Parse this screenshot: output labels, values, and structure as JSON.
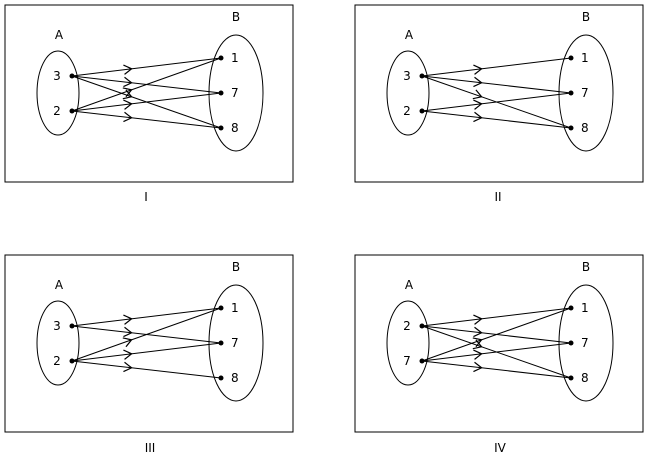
{
  "diagrams": [
    {
      "caption": "I",
      "set_a_label": "A",
      "set_b_label": "B",
      "a_elements": [
        "3",
        "2"
      ],
      "b_elements": [
        "1",
        "7",
        "8"
      ],
      "mappings": [
        [
          "3",
          "1"
        ],
        [
          "3",
          "7"
        ],
        [
          "3",
          "8"
        ],
        [
          "2",
          "1"
        ],
        [
          "2",
          "7"
        ],
        [
          "2",
          "8"
        ]
      ]
    },
    {
      "caption": "II",
      "set_a_label": "A",
      "set_b_label": "B",
      "a_elements": [
        "3",
        "2"
      ],
      "b_elements": [
        "1",
        "7",
        "8"
      ],
      "mappings": [
        [
          "3",
          "1"
        ],
        [
          "3",
          "7"
        ],
        [
          "3",
          "8"
        ],
        [
          "2",
          "7"
        ],
        [
          "2",
          "8"
        ]
      ]
    },
    {
      "caption": "III",
      "set_a_label": "A",
      "set_b_label": "B",
      "a_elements": [
        "3",
        "2"
      ],
      "b_elements": [
        "1",
        "7",
        "8"
      ],
      "mappings": [
        [
          "3",
          "1"
        ],
        [
          "2",
          "1"
        ],
        [
          "3",
          "7"
        ],
        [
          "2",
          "7"
        ],
        [
          "2",
          "8"
        ]
      ]
    },
    {
      "caption": "IV",
      "set_a_label": "A",
      "set_b_label": "B",
      "a_elements": [
        "2",
        "7"
      ],
      "b_elements": [
        "1",
        "7",
        "8"
      ],
      "mappings": [
        [
          "2",
          "1"
        ],
        [
          "2",
          "7"
        ],
        [
          "2",
          "8"
        ],
        [
          "7",
          "1"
        ],
        [
          "7",
          "7"
        ],
        [
          "7",
          "8"
        ]
      ]
    }
  ]
}
